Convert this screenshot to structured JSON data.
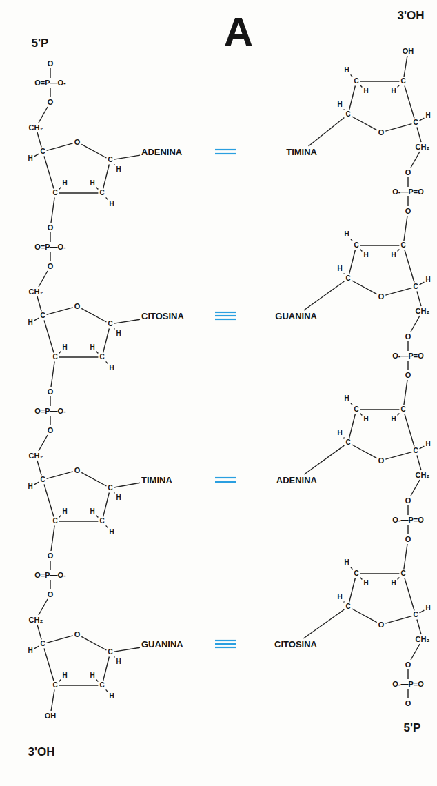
{
  "diagram": {
    "title": "A",
    "labels": [
      "5'P",
      "O",
      "O=P—O-",
      "O",
      "CH₂",
      "C",
      "H",
      "O",
      "C",
      "H",
      "C",
      "H",
      "H",
      "C",
      "H",
      "ADENINA",
      "O",
      "O=P—O-",
      "O",
      "CH₂",
      "C",
      "H",
      "O",
      "C",
      "H",
      "C",
      "H",
      "H",
      "C",
      "H",
      "CITOSINA",
      "O",
      "O=P—O-",
      "O",
      "CH₂",
      "C",
      "H",
      "O",
      "C",
      "H",
      "C",
      "H",
      "H",
      "C",
      "H",
      "TIMINA",
      "O",
      "O=P—O-",
      "O",
      "CH₂",
      "C",
      "H",
      "O",
      "C",
      "H",
      "C",
      "H",
      "H",
      "C",
      "H",
      "GUANINA",
      "OH",
      "3'OH",
      "3'OH",
      "OH",
      "C",
      "H",
      "C",
      "H",
      "H",
      "C",
      "H",
      "O",
      "C",
      "H",
      "CH₂",
      "O",
      "O-—P=O",
      "O",
      "TIMINA",
      "C",
      "H",
      "C",
      "H",
      "H",
      "C",
      "H",
      "O",
      "C",
      "H",
      "CH₂",
      "O",
      "O-—P=O",
      "O",
      "GUANINA",
      "C",
      "H",
      "C",
      "H",
      "H",
      "C",
      "H",
      "O",
      "C",
      "H",
      "CH₂",
      "O",
      "O-—P=O",
      "O",
      "ADENINA",
      "C",
      "H",
      "C",
      "H",
      "H",
      "C",
      "H",
      "O",
      "C",
      "H",
      "CH₂",
      "O",
      "O-—P=O",
      "O",
      "CITOSINA",
      "5'P"
    ]
  }
}
